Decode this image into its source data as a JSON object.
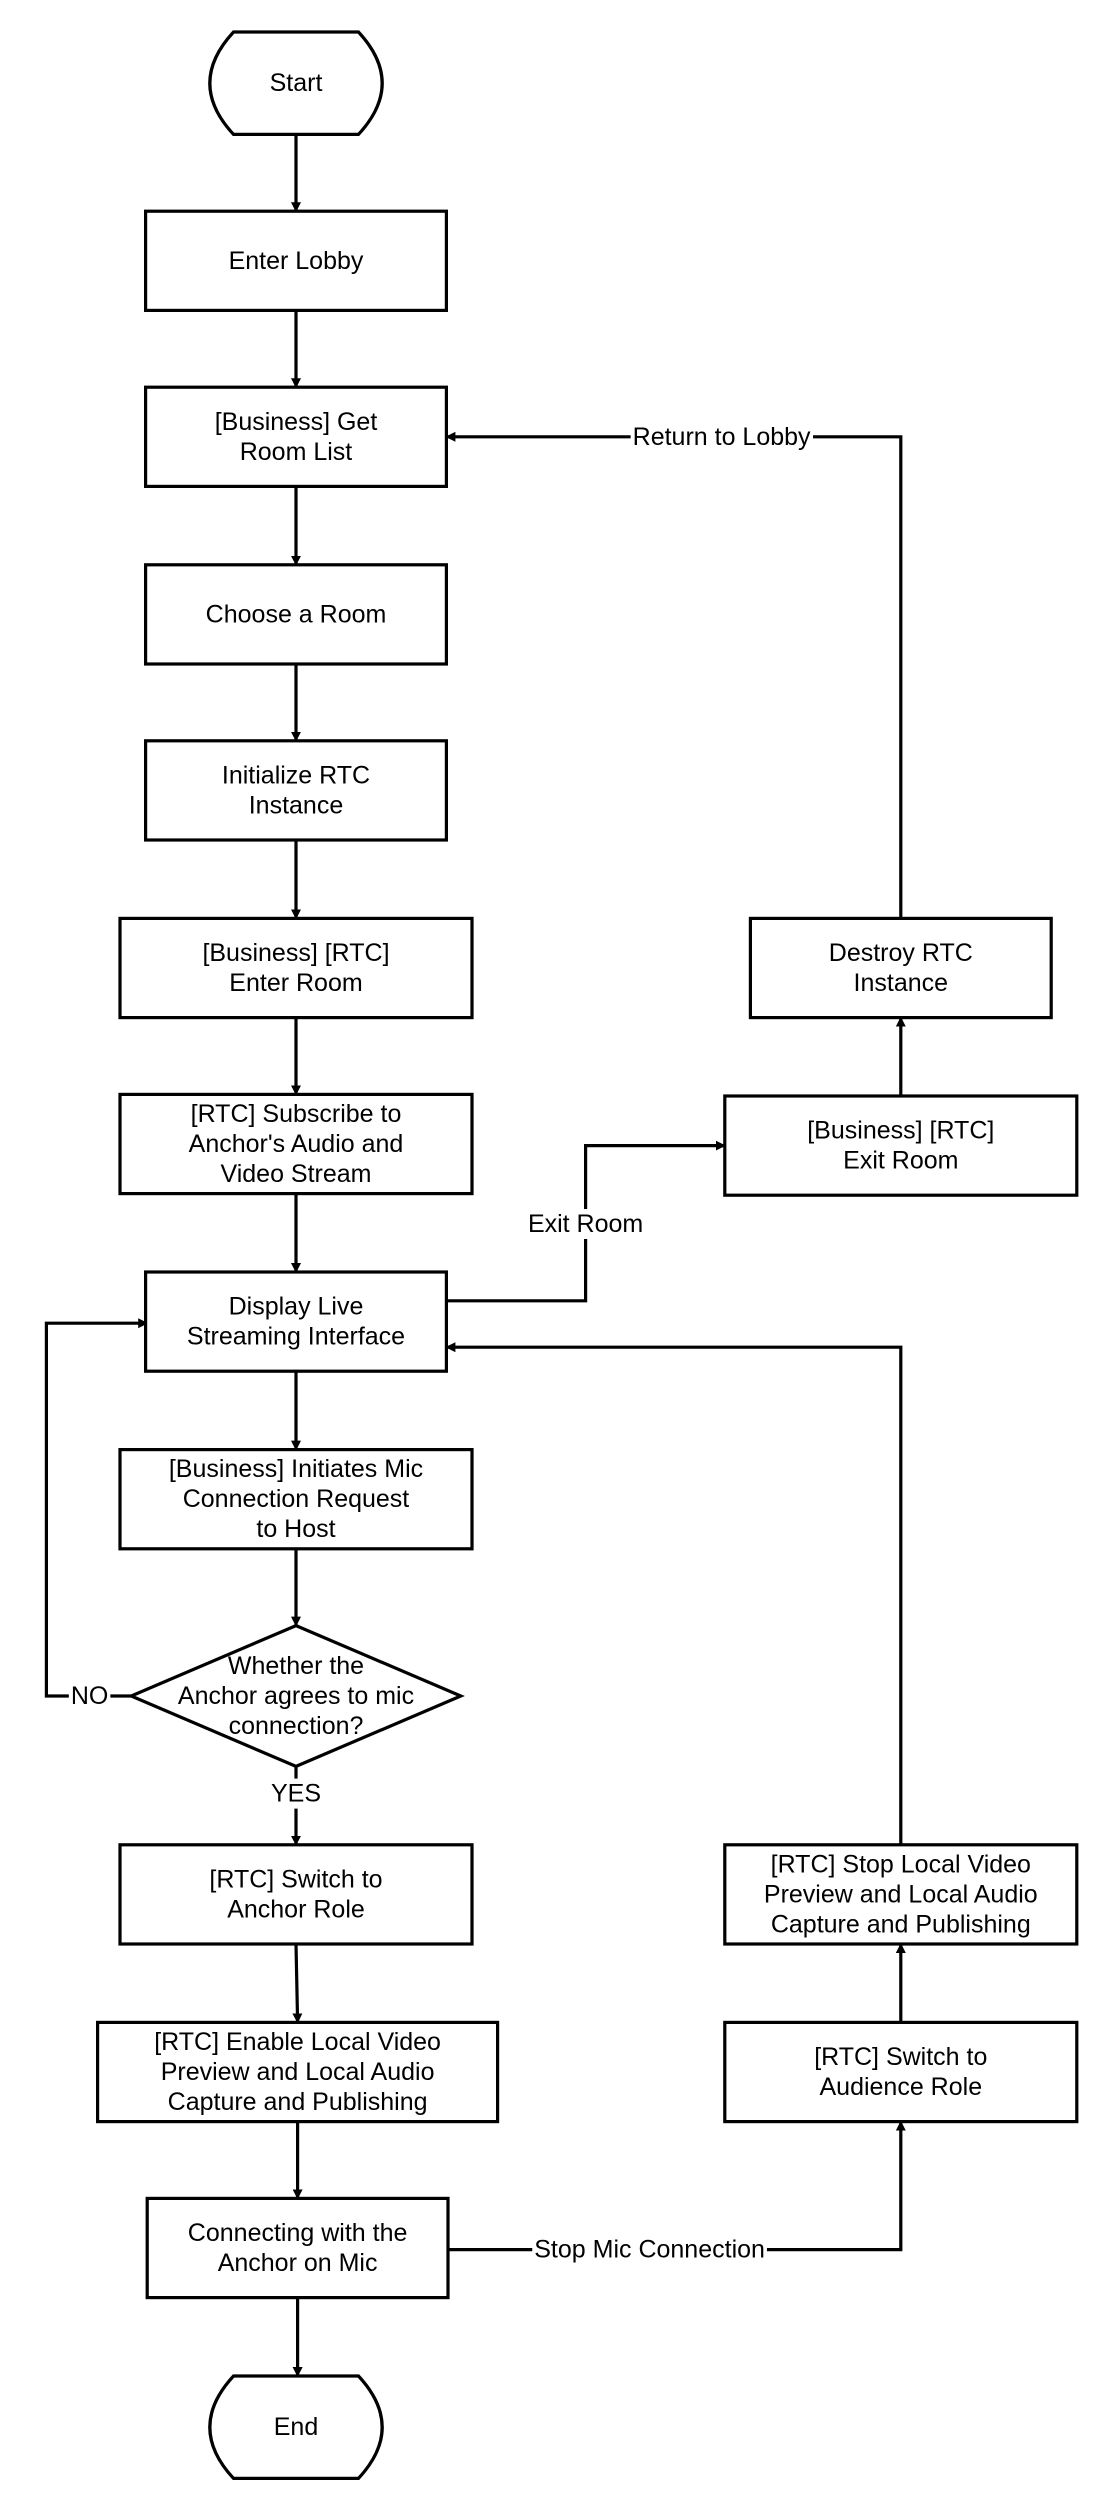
{
  "diagram": {
    "stroke_color": "#000000",
    "background_color": "#ffffff",
    "nodes": [
      {
        "id": "start",
        "shape": "terminal",
        "lines": [
          "Start"
        ]
      },
      {
        "id": "enter_lobby",
        "shape": "process",
        "lines": [
          "Enter Lobby"
        ]
      },
      {
        "id": "get_room_list",
        "shape": "process",
        "lines": [
          "[Business] Get",
          "Room List"
        ]
      },
      {
        "id": "choose_room",
        "shape": "process",
        "lines": [
          "Choose a Room"
        ]
      },
      {
        "id": "init_rtc",
        "shape": "process",
        "lines": [
          "Initialize RTC",
          "Instance"
        ]
      },
      {
        "id": "enter_room",
        "shape": "process",
        "lines": [
          "[Business] [RTC]",
          "Enter Room"
        ]
      },
      {
        "id": "subscribe",
        "shape": "process",
        "lines": [
          "[RTC] Subscribe to",
          "Anchor's Audio and",
          "Video Stream"
        ]
      },
      {
        "id": "display_live",
        "shape": "process",
        "lines": [
          "Display Live",
          "Streaming Interface"
        ]
      },
      {
        "id": "mic_request",
        "shape": "process",
        "lines": [
          "[Business] Initiates Mic",
          "Connection Request",
          "to Host"
        ]
      },
      {
        "id": "anchor_agrees",
        "shape": "decision",
        "lines": [
          "Whether the",
          "Anchor agrees to mic",
          "connection?"
        ]
      },
      {
        "id": "switch_anchor",
        "shape": "process",
        "lines": [
          "[RTC] Switch to",
          "Anchor Role"
        ]
      },
      {
        "id": "enable_local",
        "shape": "process",
        "lines": [
          "[RTC] Enable Local Video",
          "Preview and Local Audio",
          "Capture and Publishing"
        ]
      },
      {
        "id": "connecting",
        "shape": "process",
        "lines": [
          "Connecting with the",
          "Anchor on Mic"
        ]
      },
      {
        "id": "end",
        "shape": "terminal",
        "lines": [
          "End"
        ]
      },
      {
        "id": "exit_room",
        "shape": "process",
        "lines": [
          "[Business] [RTC]",
          "Exit Room"
        ]
      },
      {
        "id": "destroy_rtc",
        "shape": "process",
        "lines": [
          "Destroy RTC",
          "Instance"
        ]
      },
      {
        "id": "switch_audience",
        "shape": "process",
        "lines": [
          "[RTC] Switch to",
          "Audience Role"
        ]
      },
      {
        "id": "stop_local",
        "shape": "process",
        "lines": [
          "[RTC] Stop Local Video",
          "Preview and Local Audio",
          "Capture and Publishing"
        ]
      }
    ],
    "edges": [
      {
        "id": "e1",
        "from": "start",
        "to": "enter_lobby",
        "label": ""
      },
      {
        "id": "e2",
        "from": "enter_lobby",
        "to": "get_room_list",
        "label": ""
      },
      {
        "id": "e3",
        "from": "get_room_list",
        "to": "choose_room",
        "label": ""
      },
      {
        "id": "e4",
        "from": "choose_room",
        "to": "init_rtc",
        "label": ""
      },
      {
        "id": "e5",
        "from": "init_rtc",
        "to": "enter_room",
        "label": ""
      },
      {
        "id": "e6",
        "from": "enter_room",
        "to": "subscribe",
        "label": ""
      },
      {
        "id": "e7",
        "from": "subscribe",
        "to": "display_live",
        "label": ""
      },
      {
        "id": "e8",
        "from": "display_live",
        "to": "mic_request",
        "label": ""
      },
      {
        "id": "e9",
        "from": "mic_request",
        "to": "anchor_agrees",
        "label": ""
      },
      {
        "id": "e10",
        "from": "anchor_agrees",
        "to": "switch_anchor",
        "label": "YES"
      },
      {
        "id": "e11",
        "from": "anchor_agrees",
        "to": "display_live",
        "label": "NO"
      },
      {
        "id": "e12",
        "from": "switch_anchor",
        "to": "enable_local",
        "label": ""
      },
      {
        "id": "e13",
        "from": "enable_local",
        "to": "connecting",
        "label": ""
      },
      {
        "id": "e14",
        "from": "connecting",
        "to": "end",
        "label": ""
      },
      {
        "id": "e15",
        "from": "display_live",
        "to": "exit_room",
        "label": "Exit Room"
      },
      {
        "id": "e16",
        "from": "exit_room",
        "to": "destroy_rtc",
        "label": ""
      },
      {
        "id": "e17",
        "from": "destroy_rtc",
        "to": "get_room_list",
        "label": "Return to Lobby"
      },
      {
        "id": "e18",
        "from": "connecting",
        "to": "switch_audience",
        "label": "Stop Mic Connection"
      },
      {
        "id": "e19",
        "from": "switch_audience",
        "to": "stop_local",
        "label": ""
      },
      {
        "id": "e20",
        "from": "stop_local",
        "to": "display_live",
        "label": ""
      }
    ]
  }
}
